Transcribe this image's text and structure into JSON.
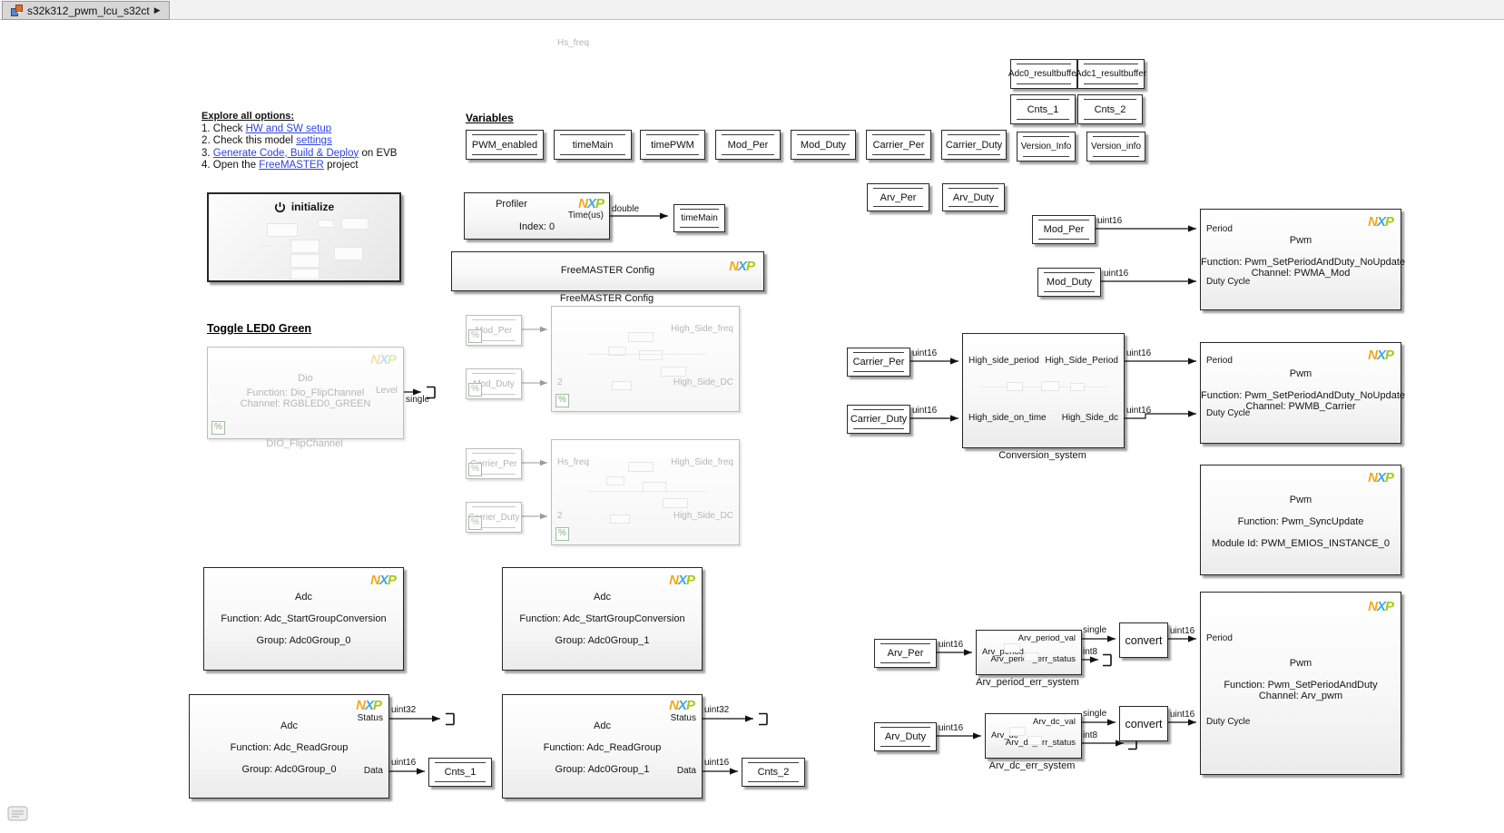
{
  "titlebar": {
    "model": "s32k312_pwm_lcu_s32ct"
  },
  "icons": {
    "breadcrumb_arrow": "▶",
    "comment": "%"
  },
  "logo": {
    "n": "N",
    "x": "X",
    "p": "P"
  },
  "colors": {
    "link": "#2f43e0",
    "nxpN": "#f5a81c",
    "nxpX": "#3fa9e0",
    "nxpP": "#a8c813",
    "cmt": "#b4b4b4"
  },
  "notes": {
    "title": "Explore all options:",
    "line1": {
      "pre": "1. Check ",
      "link": "HW and SW setup",
      "post": ""
    },
    "line2": {
      "pre": "2. Check this model ",
      "link": "settings",
      "post": ""
    },
    "line3": {
      "pre": "3. ",
      "link": "Generate Code, Build & Deploy",
      "post": " on EVB"
    },
    "line4": {
      "pre": "4. Open the ",
      "link": "FreeMASTER",
      "post": " project"
    }
  },
  "headings": {
    "variables": "Variables",
    "toggle_led": "Toggle LED0 Green"
  },
  "datastores": {
    "row": [
      "PWM_enabled",
      "timeMain",
      "timePWM",
      "Mod_Per",
      "Mod_Duty",
      "Carrier_Per",
      "Carrier_Duty",
      "Version_Info",
      "Version_info"
    ],
    "adc0_resultbuffer": "Adc0_resultbuffer",
    "adc1_resultbuffer": "Adc1_resultbuffer",
    "cnts_1": "Cnts_1",
    "cnts_2": "Cnts_2",
    "arv_per": "Arv_Per",
    "arv_duty": "Arv_Duty",
    "mod_per": "Mod_Per",
    "mod_duty": "Mod_Duty",
    "carrier_per": "Carrier_Per",
    "carrier_duty": "Carrier_Duty",
    "timemain": "timeMain"
  },
  "blocks": {
    "initialize": {
      "label": "initialize"
    },
    "profiler": {
      "title": "Profiler",
      "port_time": "Time(us)",
      "index": "Index: 0"
    },
    "freemaster": {
      "title": "FreeMASTER Config",
      "caption": "FreeMASTER Config"
    },
    "dio": {
      "title": "Dio",
      "function": "Function: Dio_FlipChannel",
      "channel": "Channel: RGBLED0_GREEN",
      "port_level": "Level",
      "caption": "DIO_FlipChannel"
    },
    "sub_mod": {
      "in1": "Hs_freq",
      "in2": "2",
      "out1": "High_Side_freq",
      "out2": "High_Side_DC"
    },
    "sub_carrier": {
      "in1": "Hs_freq",
      "in2": "2",
      "out1": "High_Side_freq",
      "out2": "High_Side_DC"
    },
    "adc_start0": {
      "title": "Adc",
      "function": "Function: Adc_StartGroupConversion",
      "group": "Group: Adc0Group_0"
    },
    "adc_start1": {
      "title": "Adc",
      "function": "Function: Adc_StartGroupConversion",
      "group": "Group: Adc0Group_1"
    },
    "adc_read0": {
      "title": "Adc",
      "function": "Function: Adc_ReadGroup",
      "group": "Group: Adc0Group_0",
      "port_status": "Status",
      "port_data": "Data"
    },
    "adc_read1": {
      "title": "Adc",
      "function": "Function: Adc_ReadGroup",
      "group": "Group: Adc0Group_1",
      "port_status": "Status",
      "port_data": "Data"
    },
    "pwm_mod": {
      "title": "Pwm",
      "function": "Function: Pwm_SetPeriodAndDuty_NoUpdate",
      "channel": "Channel: PWMA_Mod",
      "port_period": "Period",
      "port_duty": "Duty Cycle"
    },
    "pwm_carrier": {
      "title": "Pwm",
      "function": "Function: Pwm_SetPeriodAndDuty_NoUpdate",
      "channel": "Channel: PWMB_Carrier",
      "port_period": "Period",
      "port_duty": "Duty Cycle"
    },
    "pwm_sync": {
      "title": "Pwm",
      "function": "Function: Pwm_SyncUpdate",
      "module": "Module Id: PWM_EMIOS_INSTANCE_0"
    },
    "pwm_arv": {
      "title": "Pwm",
      "function": "Function: Pwm_SetPeriodAndDuty",
      "channel": "Channel: Arv_pwm",
      "port_period": "Period",
      "port_duty": "Duty Cycle"
    },
    "conversion": {
      "in1": "High_side_period",
      "in2": "High_side_on_time",
      "out1": "High_Side_Period",
      "out2": "High_Side_dc",
      "caption": "Conversion_system"
    },
    "arv_period_sys": {
      "in1": "Arv_period",
      "out1": "Arv_period_val",
      "out2": "Arv_period_err_status",
      "caption": "Arv_period_err_system"
    },
    "arv_dc_sys": {
      "in1": "Arv_dc",
      "out1": "Arv_dc_val",
      "out2": "Arv_dc_err_status",
      "caption": "Arv_dc_err_system"
    },
    "convert1": "convert",
    "convert2": "convert"
  },
  "signals": {
    "double": "double",
    "single": "single",
    "uint16": "uint16",
    "uint32": "uint32",
    "int8": "int8"
  }
}
